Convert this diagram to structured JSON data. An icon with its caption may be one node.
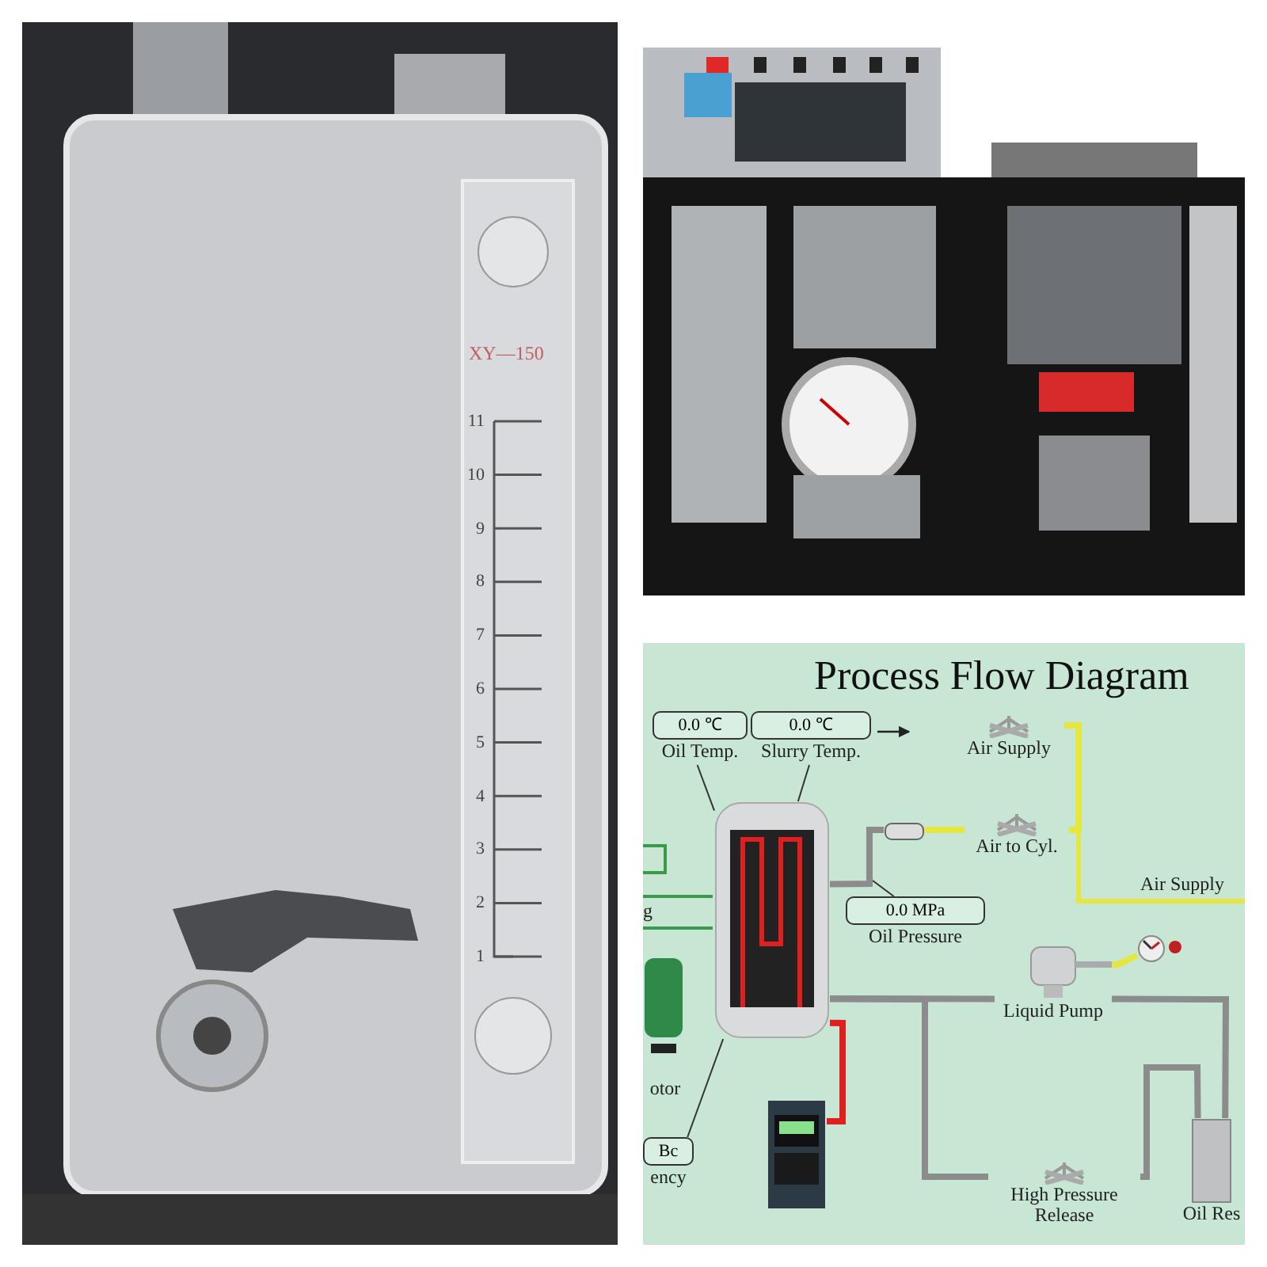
{
  "diagram": {
    "title": "Process Flow Diagram",
    "nodes": [
      {
        "text": [
          "0.0 ℃",
          "Oil Temp."
        ]
      },
      {
        "text": [
          "0.0 ℃",
          "Slurry Temp."
        ]
      },
      {
        "text": [
          "0.0 MPa",
          "Oil Pressure"
        ]
      },
      {
        "text": [
          "Bc",
          "ency"
        ]
      },
      {
        "text": [],
        "shape": "cylinder"
      },
      {
        "text": [
          "Air Supply"
        ]
      },
      {
        "text": [
          "Air to Cyl."
        ]
      },
      {
        "text": [
          "Liquid Pump"
        ]
      },
      {
        "text": [
          "High Pressure Release"
        ]
      },
      {
        "text": [
          "Oil Res"
        ]
      },
      {
        "text": [],
        "shape": "picture"
      },
      {
        "text": [
          "otor"
        ]
      },
      {
        "text": [],
        "shape": "circle"
      },
      {
        "text": [],
        "shape": "cylinder"
      }
    ],
    "edges": [
      {
        "from": 0,
        "to": 4,
        "arrow": "none",
        "color": "#333333"
      },
      {
        "from": 1,
        "to": 4,
        "arrow": "none",
        "color": "#333333"
      },
      {
        "from": 2,
        "to": null,
        "arrow": "none",
        "color": "#333333"
      },
      {
        "from": 3,
        "to": 4,
        "arrow": "none",
        "color": "#333333"
      },
      {
        "from": 4,
        "to": 13,
        "arrow": "none"
      },
      {
        "from": 13,
        "to": 6,
        "arrow": "none",
        "color": "#e6e640"
      },
      {
        "from": 5,
        "to": 6,
        "arrow": "none",
        "color": "#e6e640"
      },
      {
        "from": 4,
        "to": 7,
        "arrow": "none"
      },
      {
        "from": 7,
        "to": 9,
        "arrow": "none"
      },
      {
        "from": 4,
        "to": 8,
        "arrow": "none"
      },
      {
        "from": 8,
        "to": 9,
        "arrow": "none"
      },
      {
        "from": 12,
        "to": 7,
        "arrow": "none",
        "color": "#e6e640"
      },
      {
        "from": 10,
        "to": 4,
        "arrow": "none",
        "color": "#e02020"
      }
    ],
    "labels": [
      "XY—150",
      "11",
      "10",
      "9",
      "8",
      "7",
      "6",
      "5",
      "4",
      "3",
      "2",
      "1",
      "g",
      "Air Supply"
    ]
  }
}
